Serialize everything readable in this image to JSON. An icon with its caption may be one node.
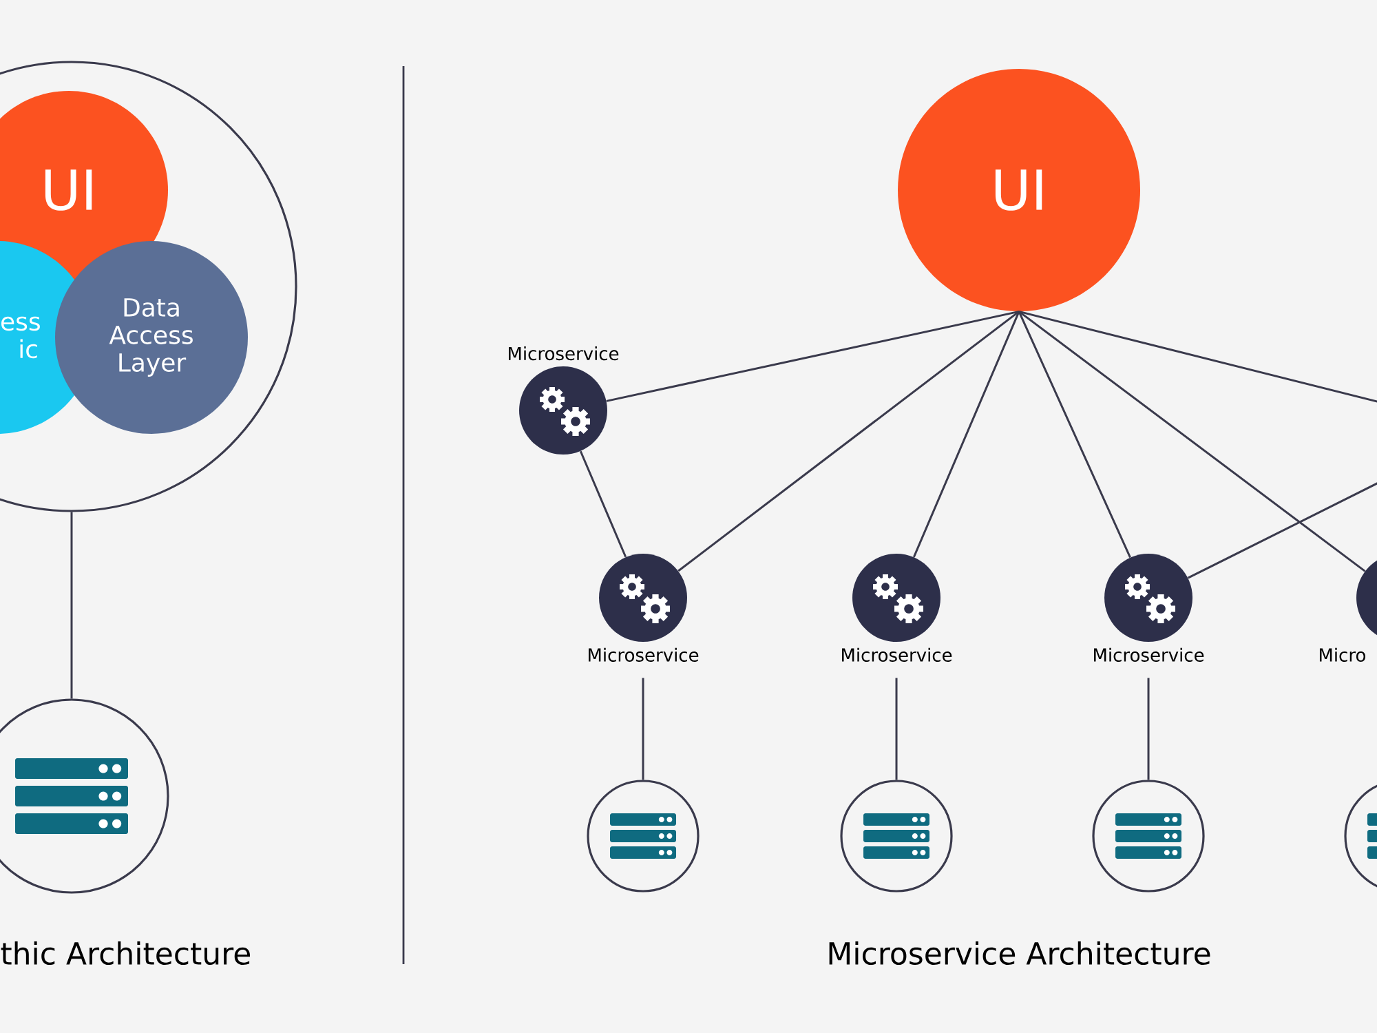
{
  "diagram": {
    "nodes": [
      {
        "text": [],
        "shape": "circle"
      },
      {
        "text": [
          "UI"
        ],
        "in": 0
      },
      {
        "text": [
          "ess ic"
        ],
        "in": 0
      },
      {
        "text": [
          "Data Access Layer"
        ],
        "in": 0
      },
      {
        "text": [],
        "shape": "circle"
      },
      {
        "text": [
          "UI"
        ]
      },
      {
        "text": [
          "Microservice"
        ]
      },
      {
        "text": [
          "Microservice"
        ]
      },
      {
        "text": [
          "Microservice"
        ]
      },
      {
        "text": [
          "Microservice"
        ]
      },
      {
        "text": [
          "Micro"
        ]
      },
      {
        "text": [],
        "shape": "circle"
      },
      {
        "text": [],
        "shape": "circle"
      },
      {
        "text": [],
        "shape": "circle"
      },
      {
        "text": [],
        "shape": "circle"
      }
    ],
    "edges": [
      {
        "from": 0,
        "to": 4,
        "arrow": "none"
      },
      {
        "from": 5,
        "to": 6,
        "arrow": "none"
      },
      {
        "from": 5,
        "to": 7,
        "arrow": "none"
      },
      {
        "from": 5,
        "to": 8,
        "arrow": "none"
      },
      {
        "from": 5,
        "to": 9,
        "arrow": "none"
      },
      {
        "from": 5,
        "to": 10,
        "arrow": "none"
      },
      {
        "from": 5,
        "to": null,
        "arrow": "none"
      },
      {
        "from": 6,
        "to": 7,
        "arrow": "none"
      },
      {
        "from": 9,
        "to": null,
        "arrow": "none"
      },
      {
        "from": 7,
        "to": 11,
        "arrow": "none"
      },
      {
        "from": 8,
        "to": 12,
        "arrow": "none"
      },
      {
        "from": 9,
        "to": 13,
        "arrow": "none"
      }
    ],
    "labels": [
      "thic Architecture",
      "Microservice Architecture"
    ]
  }
}
